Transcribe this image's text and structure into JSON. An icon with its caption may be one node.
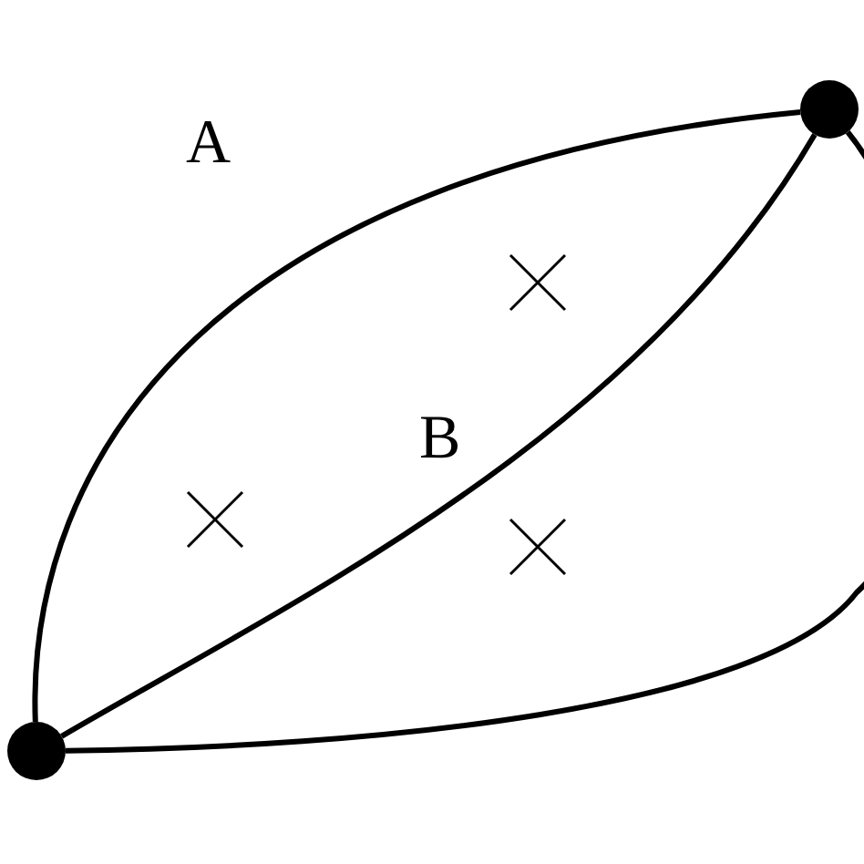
{
  "diagram": {
    "nodes": [
      {
        "text": [],
        "shape": "circle"
      },
      {
        "text": [],
        "shape": "circle"
      }
    ],
    "edges": [
      {
        "from": 1,
        "to": 0,
        "arrow": "none"
      },
      {
        "from": 1,
        "to": 0,
        "arrow": "none"
      },
      {
        "from": 1,
        "to": 0,
        "arrow": "none"
      }
    ],
    "labels": [
      "A",
      "B"
    ]
  }
}
